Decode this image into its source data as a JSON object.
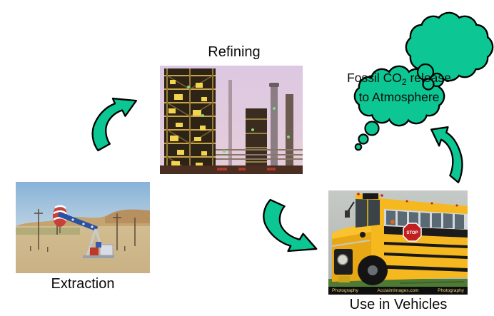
{
  "colors": {
    "background": "#ffffff",
    "shape_green": "#0cc793",
    "outline": "#000000",
    "label_text": "#0a0a0a"
  },
  "nodes": {
    "refining": {
      "label": "Refining"
    },
    "extraction": {
      "label": "Extraction"
    },
    "use_in_vehicles": {
      "label": "Use in Vehicles"
    },
    "atmosphere": {
      "line1_pre": "Fossil CO",
      "line1_sub": "2",
      "line1_post": " release",
      "line2": "to Atmosphere"
    }
  },
  "photos": {
    "school_bus": {
      "watermark_left": "Photography",
      "watermark_center": "AcclaimImages.com",
      "watermark_right": "Photography",
      "stop_sign": "STOP"
    }
  }
}
